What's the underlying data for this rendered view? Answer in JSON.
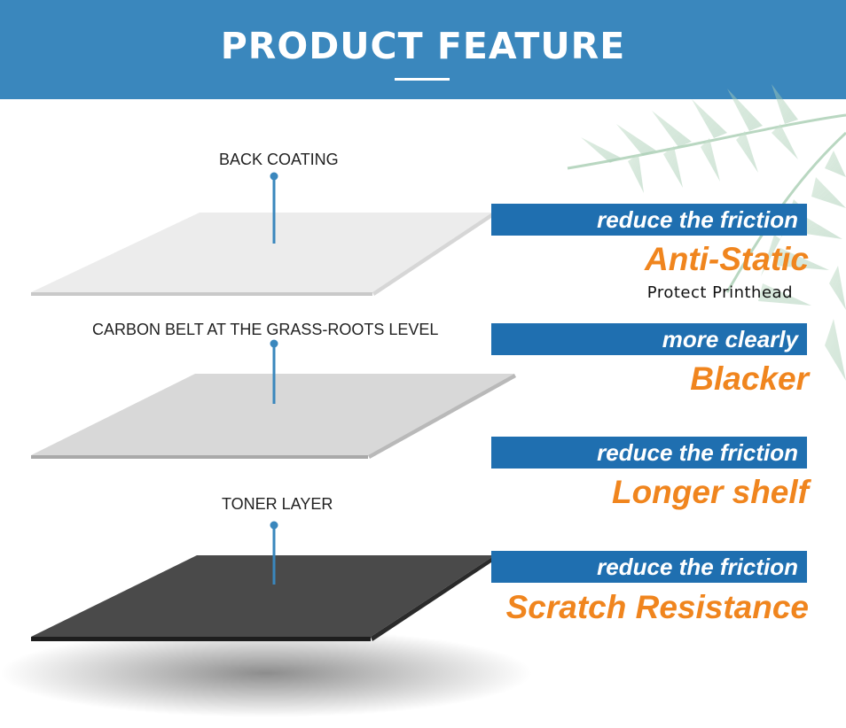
{
  "header": {
    "title": "PRODUCT FEATURE",
    "background": "#3a87bd"
  },
  "layers": [
    {
      "label": "BACK COATING",
      "color": "#eeeeee"
    },
    {
      "label": "CARBON BELT AT THE GRASS-ROOTS LEVEL",
      "color": "#d9d9d9"
    },
    {
      "label": "TONER LAYER",
      "color": "#4a4a4a"
    }
  ],
  "features": [
    {
      "banner": "reduce the friction",
      "title": "Anti-Static",
      "subtitle": "Protect Printhead"
    },
    {
      "banner": "more clearly",
      "title": "Blacker"
    },
    {
      "banner": "reduce the friction",
      "title": "Longer shelf"
    },
    {
      "banner": "reduce the friction",
      "title": "Scratch Resistance"
    }
  ],
  "colors": {
    "banner": "#1f6fb0",
    "accent": "#f0851e",
    "pin": "#3a87bd"
  },
  "decor": {
    "icon": "palm-leaf-icon"
  }
}
